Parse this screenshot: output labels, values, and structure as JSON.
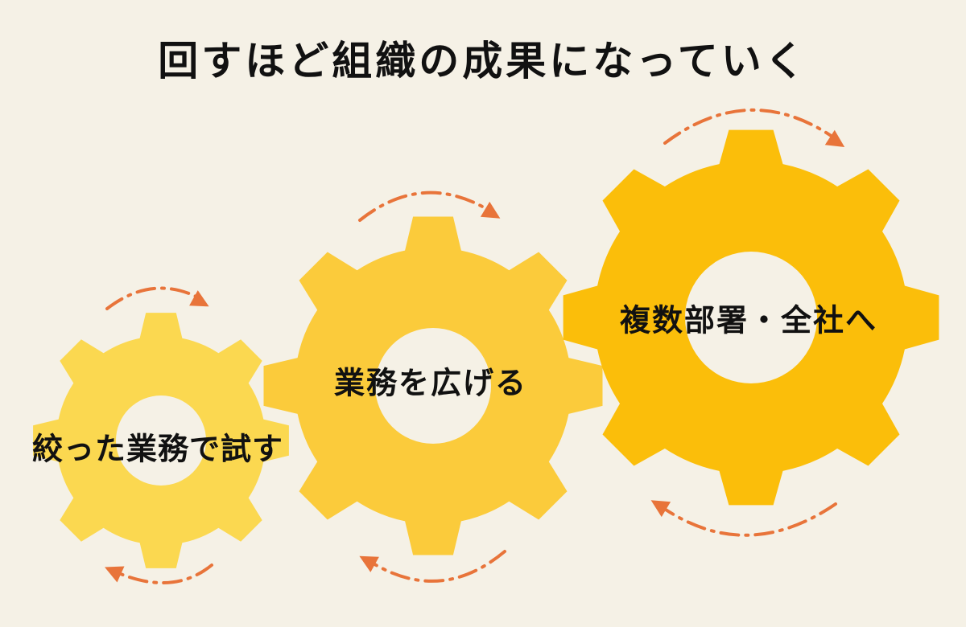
{
  "title": "回すほど組織の成果になっていく",
  "colors": {
    "background": "#f5f1e6",
    "gear_small": "#fbd850",
    "gear_medium": "#fbcb3b",
    "gear_large": "#fbbe0a",
    "gear_hole": "#f5f1e6",
    "arrow": "#e8743a",
    "text": "#111111"
  },
  "gears": [
    {
      "id": "small",
      "label": "絞った業務で試す",
      "teeth": 8
    },
    {
      "id": "medium",
      "label": "業務を広げる",
      "teeth": 8
    },
    {
      "id": "large",
      "label": "複数部署・全社へ",
      "teeth": 8
    }
  ]
}
